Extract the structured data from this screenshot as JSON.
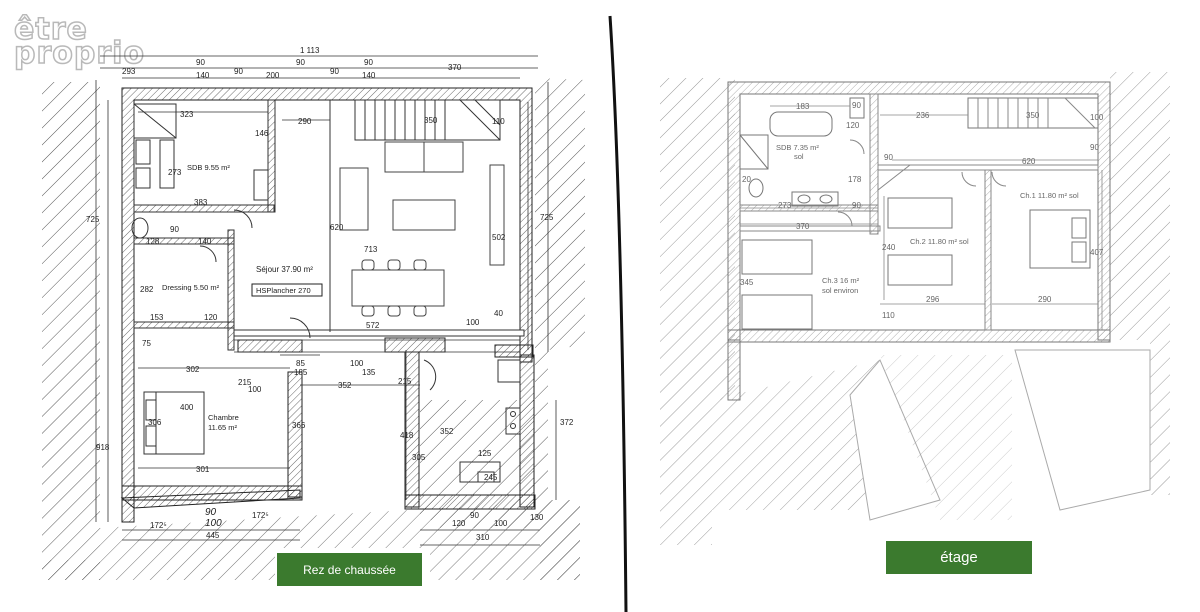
{
  "logo": {
    "line1": "être",
    "line2": "proprio"
  },
  "ground_floor": {
    "caption": "Rez de chaussée",
    "rooms": [
      {
        "id": "sdb",
        "label": "SDB 9.55 m²"
      },
      {
        "id": "sejour",
        "label": "Séjour 37.90 m²"
      },
      {
        "id": "hsp",
        "label": "HSPlancher 270"
      },
      {
        "id": "dressing",
        "label": "Dressing 5.50 m²"
      },
      {
        "id": "chambre1",
        "label": "Chambre"
      },
      {
        "id": "chambre2",
        "label": "11.65 m²"
      }
    ],
    "dims": {
      "d1113": "1 113",
      "d293": "293",
      "d90a": "90",
      "d90b": "90",
      "d90c": "90",
      "d370": "370",
      "d140a": "140",
      "d90d": "90",
      "d200": "200",
      "d90e": "90",
      "d140b": "140",
      "d323": "323",
      "d290": "290",
      "d350": "350",
      "d110": "110",
      "d146": "146",
      "d273": "273",
      "d383": "383",
      "d620": "620",
      "d502": "502",
      "d725a": "725",
      "d725b": "725",
      "d128": "128",
      "d90f": "90",
      "d140c": "140",
      "d713": "713",
      "d282": "282",
      "d153": "153",
      "d120a": "120",
      "d572": "572",
      "d100a": "100",
      "d40": "40",
      "d75": "75",
      "d85": "85",
      "d185": "185",
      "d100b": "100",
      "d135": "135",
      "d302": "302",
      "d215a": "215",
      "d100c": "100",
      "d352a": "352",
      "d215b": "215",
      "d400": "400",
      "d306": "306",
      "d366": "366",
      "d418": "418",
      "d305": "305",
      "d352b": "352",
      "d372": "372",
      "d125": "125",
      "d245": "245",
      "d301": "301",
      "d918": "918",
      "d172a": "172⁵",
      "d172b": "172⁵",
      "d445": "445",
      "d90g": "90",
      "d120b": "120",
      "d100d": "100",
      "d130": "130",
      "d310": "310",
      "scale1": "90",
      "scale2": "100"
    }
  },
  "upper_floor": {
    "caption": "étage",
    "rooms": [
      {
        "id": "sdb2",
        "label": "SDB 7.35 m²"
      },
      {
        "id": "sdb2sol",
        "label": "sol"
      },
      {
        "id": "ch1",
        "label": "Ch.1 11.80 m² sol"
      },
      {
        "id": "ch2",
        "label": "Ch.2 11.80 m² sol"
      },
      {
        "id": "ch3a",
        "label": "Ch.3 16 m²"
      },
      {
        "id": "ch3b",
        "label": "sol environ"
      }
    ],
    "dims": {
      "u183": "183",
      "u90a": "90",
      "u120": "120",
      "u236": "236",
      "u350": "350",
      "u100a": "100",
      "u90b": "90",
      "u620": "620",
      "u90c": "90",
      "u178": "178",
      "u20": "20",
      "u273": "273",
      "u90d": "90",
      "u370": "370",
      "u240": "240",
      "u407": "407",
      "u345": "345",
      "u110": "110",
      "u296": "296",
      "u290": "290"
    }
  }
}
